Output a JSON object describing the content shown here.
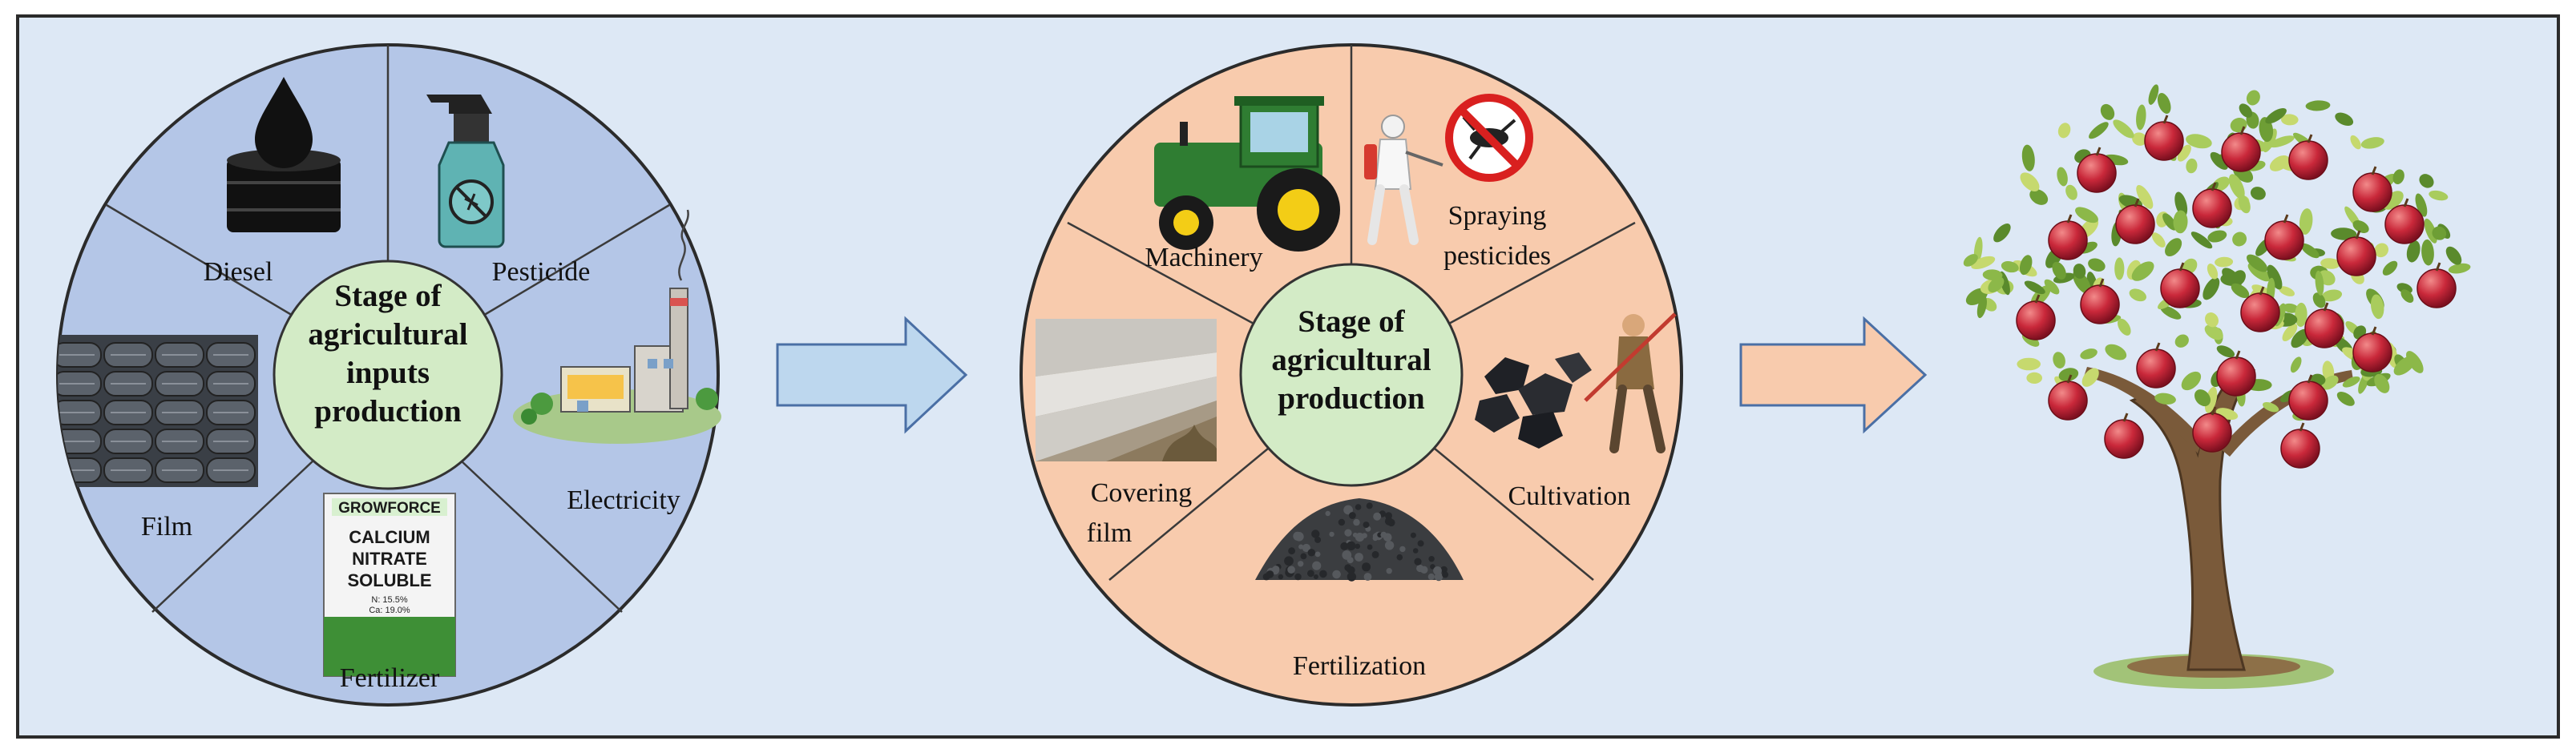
{
  "colors": {
    "panel_background": "#dde8f5",
    "inputs_wheel": "#b4c6e7",
    "production_wheel": "#f8cbad",
    "hub": "#d3ebc6",
    "arrow_blue": "#bdd7ee",
    "arrow_orange": "#f8cbad",
    "outline": "#2b2b2b"
  },
  "inputs_stage": {
    "center_lines": [
      "Stage of",
      "agricultural",
      "inputs",
      "production"
    ],
    "segments": {
      "diesel": "Diesel",
      "pesticide": "Pesticide",
      "electricity": "Electricity",
      "fertilizer": "Fertilizer",
      "film": "Film"
    },
    "fertilizer_bag": {
      "brand": "GROWFORCE",
      "product_lines": [
        "CALCIUM",
        "NITRATE",
        "SOLUBLE"
      ],
      "spec_lines": [
        "N: 15.5%",
        "Ca: 19.0%"
      ]
    },
    "icons": [
      "oil-drop-icon",
      "oil-barrel-icon",
      "spray-bottle-icon",
      "factory-icon",
      "fertilizer-bag-icon",
      "film-rolls-icon"
    ]
  },
  "production_stage": {
    "center_lines": [
      "Stage of",
      "agricultural",
      "production"
    ],
    "segments": {
      "machinery": "Machinery",
      "spraying": [
        "Spraying",
        "pesticides"
      ],
      "cultivation": "Cultivation",
      "fertilization": "Fertilization",
      "covering": [
        "Covering",
        "film"
      ]
    },
    "icons": [
      "tractor-icon",
      "sprayer-person-icon",
      "no-insect-icon",
      "farmer-hoe-icon",
      "coal-lumps-icon",
      "fertilizer-granules-icon",
      "covered-field-icon"
    ]
  },
  "output": {
    "icons": [
      "apple-tree-icon"
    ]
  }
}
